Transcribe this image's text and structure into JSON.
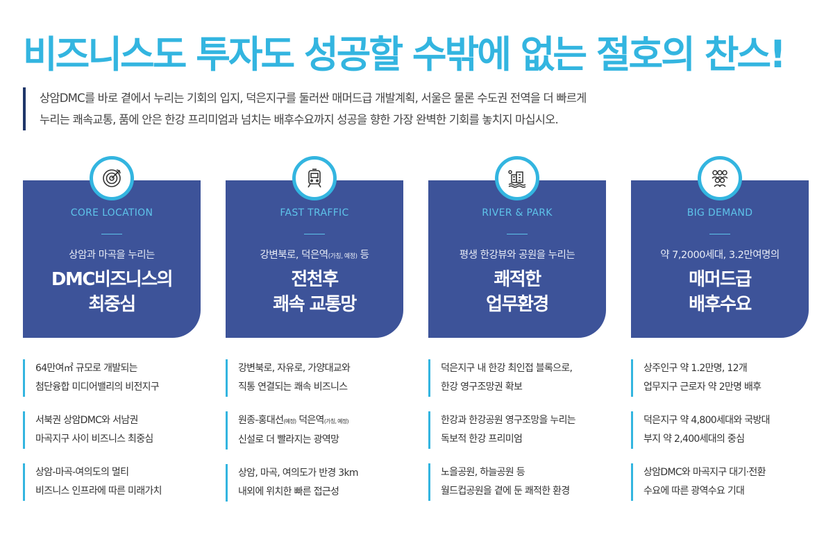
{
  "headline": "비즈니스도 투자도 성공할 수밖에 없는 절호의 찬스!",
  "intro": [
    "상암DMC를 바로 곁에서 누리는 기회의 입지, 덕은지구를 둘러싼 매머드급 개발계획, 서울은 물론 수도권 전역을 더 빠르게",
    "누리는 쾌속교통, 품에 안은 한강 프리미엄과 넘치는 배후수요까지 성공을 향한 가장 완벽한 기회를 놓치지 마십시오."
  ],
  "colors": {
    "accent": "#33b5e0",
    "card": "#3d5399",
    "navy": "#1f3669"
  },
  "cards": [
    {
      "icon": "target-icon",
      "category": "CORE LOCATION",
      "subtitle": "상암과 마곡을 누리는",
      "title": [
        "DMC비즈니스의",
        "최중심"
      ],
      "bullets": [
        [
          "64만여㎡ 규모로 개발되는",
          "첨단융합 미디어밸리의 비전지구"
        ],
        [
          "서북권 상암DMC와 서남권",
          "마곡지구 사이 비즈니스 최중심"
        ],
        [
          "상암-마곡-여의도의 멀티",
          "비즈니스 인프라에 따른 미래가치"
        ]
      ]
    },
    {
      "icon": "train-icon",
      "category": "FAST TRAFFIC",
      "subtitle_pre": "강변북로, 덕은역",
      "subtitle_small": "(가칭, 예정)",
      "subtitle_post": " 등",
      "title": [
        "전천후",
        "쾌속 교통망"
      ],
      "bullets": [
        [
          "강변북로, 자유로, 가양대교와",
          "직통 연결되는 쾌속 비즈니스"
        ],
        [
          "원종-홍대선",
          "(예정)",
          " 덕은역",
          "(가칭, 예정)",
          "신설로 더 빨라지는 광역망"
        ],
        [
          "상암, 마곡, 여의도가 반경 3km",
          "내외에 위치한 빠른 접근성"
        ]
      ]
    },
    {
      "icon": "river-building-icon",
      "category": "RIVER & PARK",
      "subtitle": "평생 한강뷰와 공원을 누리는",
      "title": [
        "쾌적한",
        "업무환경"
      ],
      "bullets": [
        [
          "덕은지구 내 한강 최인접 블록으로,",
          "한강 영구조망권 확보"
        ],
        [
          "한강과 한강공원 영구조망을 누리는",
          "독보적 한강 프리미엄"
        ],
        [
          "노을공원, 하늘공원 등",
          "월드컵공원을 곁에 둔 쾌적한 환경"
        ]
      ]
    },
    {
      "icon": "people-group-icon",
      "category": "BIG DEMAND",
      "subtitle": "약 7,2000세대, 3.2만여명의",
      "title": [
        "매머드급",
        "배후수요"
      ],
      "bullets": [
        [
          "상주인구 약 1.2만명, 12개",
          "업무지구 근로자 약 2만명 배후"
        ],
        [
          "덕은지구 약 4,800세대와 국방대",
          "부지 약 2,400세대의 중심"
        ],
        [
          "상암DMC와 마곡지구 대기·전환",
          "수요에 따른 광역수요 기대"
        ]
      ]
    }
  ]
}
